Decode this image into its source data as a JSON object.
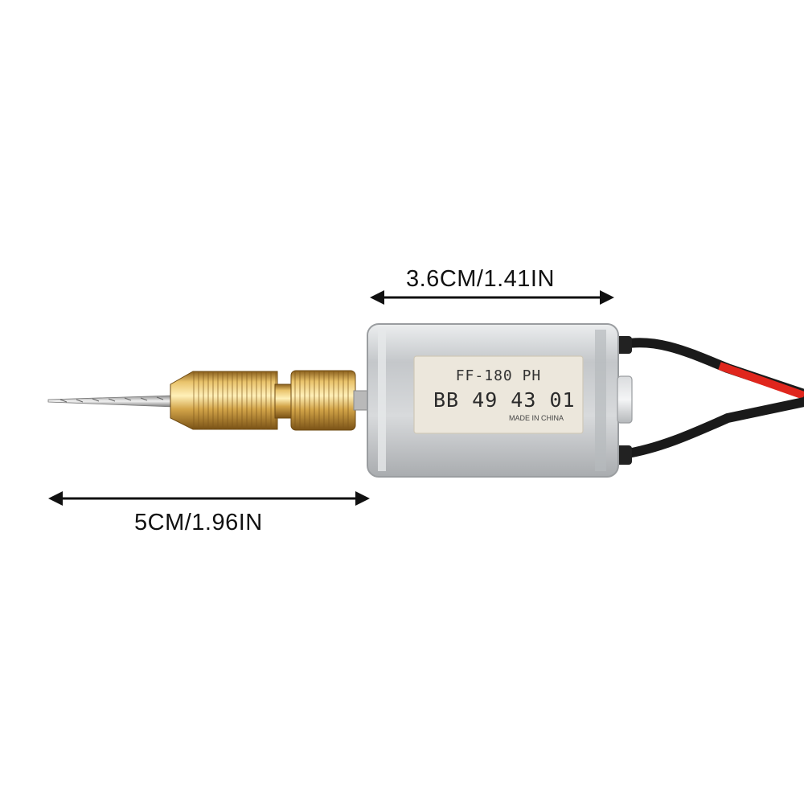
{
  "dimensions": {
    "motor_length_label": "3.6CM/1.41IN",
    "total_length_label": "5CM/1.96IN"
  },
  "motor": {
    "model": "FF-180 PH",
    "code": "BB 49 43 01",
    "origin": "MADE IN CHINA"
  },
  "colors": {
    "brass": "#c89a3c",
    "motor_body": "#c9cbcd",
    "label_bg": "#ece7dc",
    "wire_red": "#e0261d",
    "wire_black": "#1a1a1a",
    "arrow": "#111111"
  }
}
